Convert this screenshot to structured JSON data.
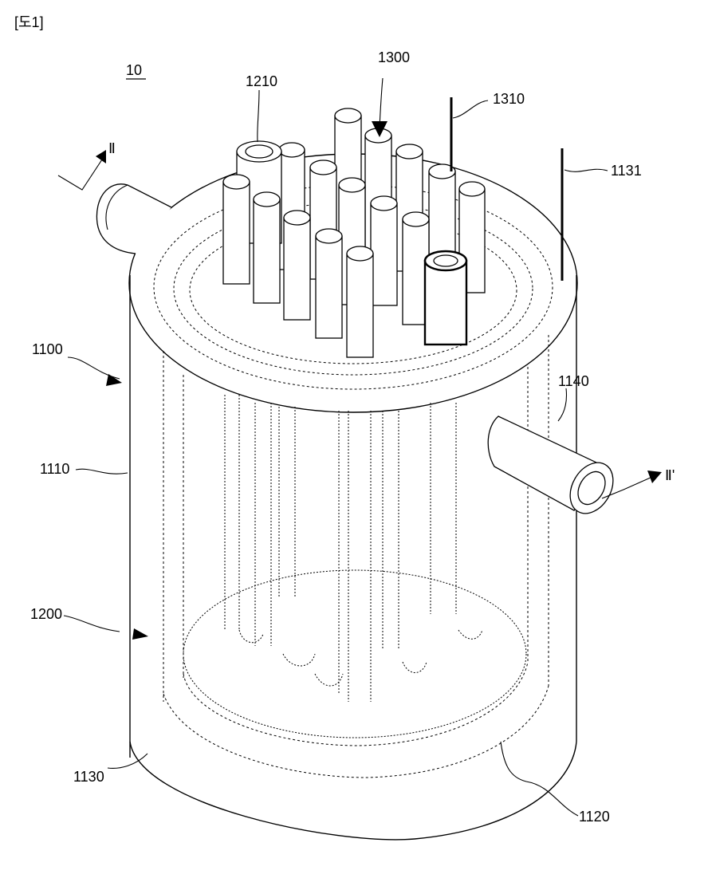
{
  "figure_label": "[도1]",
  "labels": {
    "device": "10",
    "housing": "1100",
    "outer_wall": "1110",
    "inner_wall": "1120",
    "bottom": "1130",
    "rod_right": "1131",
    "outlet_pipe": "1140",
    "electrode_assembly": "1200",
    "hollow_electrode": "1210",
    "electrode_group": "1300",
    "rod_top": "1310",
    "section_left": "Ⅱ",
    "section_right": "Ⅱ'"
  }
}
